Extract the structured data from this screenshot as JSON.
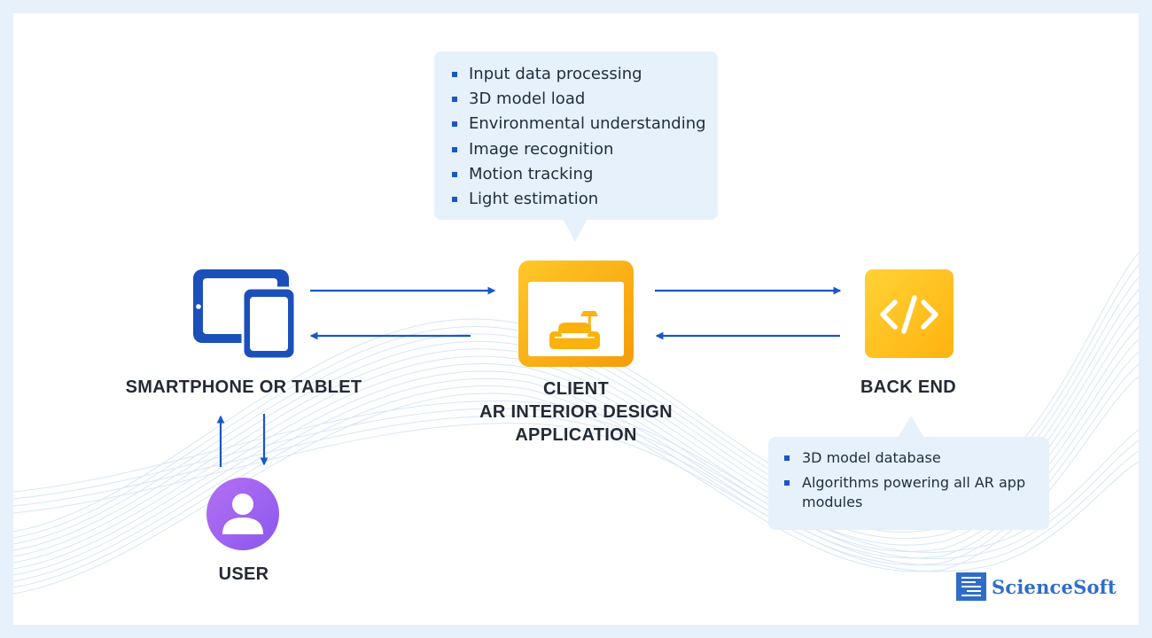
{
  "client_features": [
    "Input data processing",
    "3D model load",
    "Environmental understanding",
    "Image recognition",
    "Motion tracking",
    "Light estimation"
  ],
  "backend_features": [
    "3D model database",
    "Algorithms powering all AR app modules"
  ],
  "nodes": {
    "device": {
      "label": "SMARTPHONE OR TABLET",
      "icon": "tablet-smartphone-icon"
    },
    "client": {
      "line1": "CLIENT",
      "line2": "AR INTERIOR DESIGN",
      "line3": "APPLICATION",
      "icon": "sofa-lamp-window-icon"
    },
    "backend": {
      "label": "BACK END",
      "icon": "code-brackets-icon"
    },
    "user": {
      "label": "USER",
      "icon": "user-avatar-icon"
    }
  },
  "logo": {
    "text": "ScienceSoft",
    "icon": "sciencesoft-logo-icon"
  },
  "colors": {
    "arrow": "#1a56c6",
    "device": "#1b4fb9",
    "app_orange": "#fbb20e",
    "backend_yellow": "#ffc01f",
    "user_purple": "#9e63f0",
    "callout_bg": "#e6f1fc",
    "logo_blue": "#2f6dc8"
  }
}
